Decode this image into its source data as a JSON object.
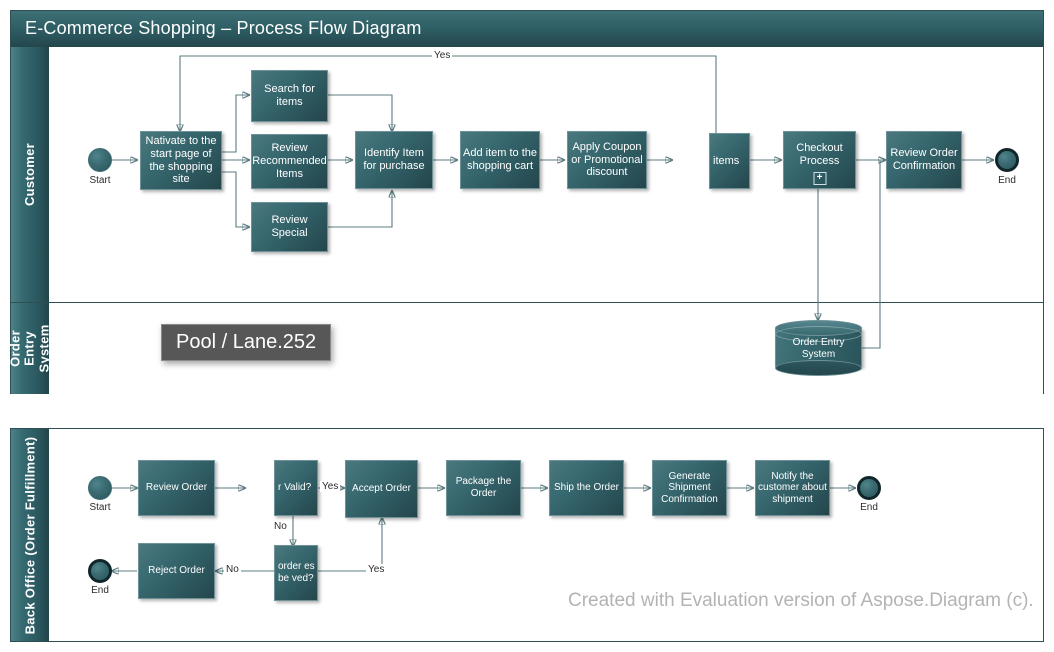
{
  "pool1": {
    "title": "E-Commerce Shopping – Process Flow Diagram",
    "lanes": [
      {
        "label": "Customer"
      },
      {
        "label": "Order Entry System"
      }
    ]
  },
  "pool2": {
    "lanes": [
      {
        "label": "Back Office (Order Fulfillment)"
      }
    ]
  },
  "customer_lane": {
    "start_label": "Start",
    "end_label": "End",
    "tasks": {
      "navigate": "Nativate to the start page of the shopping site",
      "search": "Search for items",
      "recommended": "Review Recommended Items",
      "special": "Review Special",
      "identify": "Identify Item for purchase",
      "addcart": "Add item to the shopping cart",
      "coupon": "Apply Coupon or Promotional discount",
      "moreitems": "items",
      "checkout": "Checkout Process",
      "reviewconf": "Review Order Confirmation"
    },
    "plus_marker": "+",
    "edge_labels": {
      "yes": "Yes"
    }
  },
  "oes_lane": {
    "database_label": "Order Entry System",
    "chip_label": "Pool / Lane.252"
  },
  "backoffice_lane": {
    "start_label": "Start",
    "end_label_top": "End",
    "end_label_bottom": "End",
    "tasks": {
      "review": "Review Order",
      "valid": "r Valid?",
      "accept": "Accept Order",
      "package": "Package the Order",
      "ship": "Ship the Order",
      "genconf": "Generate Shipment Confirmation",
      "notify": "Notify the customer about shipment",
      "reject": "Reject Order",
      "canbesaved": "order es be ved?"
    },
    "edge_labels": {
      "yes1": "Yes",
      "no1": "No",
      "yes2": "Yes",
      "no2": "No"
    }
  },
  "watermark": {
    "text": "Created with Evaluation version of Aspose.Diagram (c)."
  },
  "colors": {
    "pool_header": "#2d5c63",
    "lane_band": "#356a71",
    "task_fill": "#386970",
    "task_border": "#6f9299",
    "connector": "#5c7b80",
    "chip_bg": "#575757",
    "watermark": "#b3b3b3",
    "canvas": "#ffffff"
  }
}
